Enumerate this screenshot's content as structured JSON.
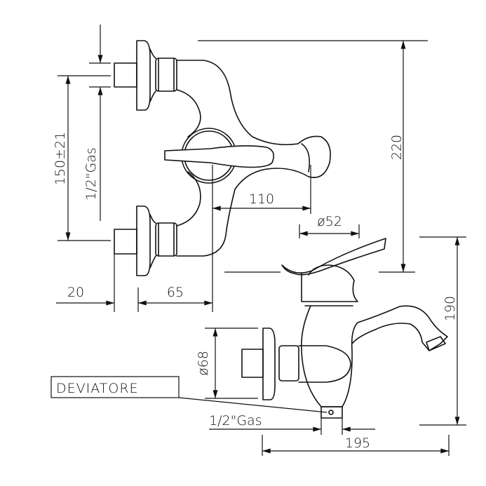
{
  "title": "Wall-mounted single-lever bath mixer with diverter – dimensional drawing",
  "dimensions": {
    "height_top": "220",
    "inlet_spacing": "150±21",
    "inlet_thread_top": "1/2\"Gas",
    "handle_offset": "110",
    "knob_diameter": "ø52",
    "stub_length": "20",
    "wall_depth": "65",
    "height_side": "190",
    "flange_diameter": "ø68",
    "outlet_thread": "1/2\"Gas",
    "total_projection": "195"
  },
  "labels": {
    "diverter": "DEVIATORE"
  },
  "colors": {
    "line": "#111111",
    "background": "#ffffff"
  }
}
